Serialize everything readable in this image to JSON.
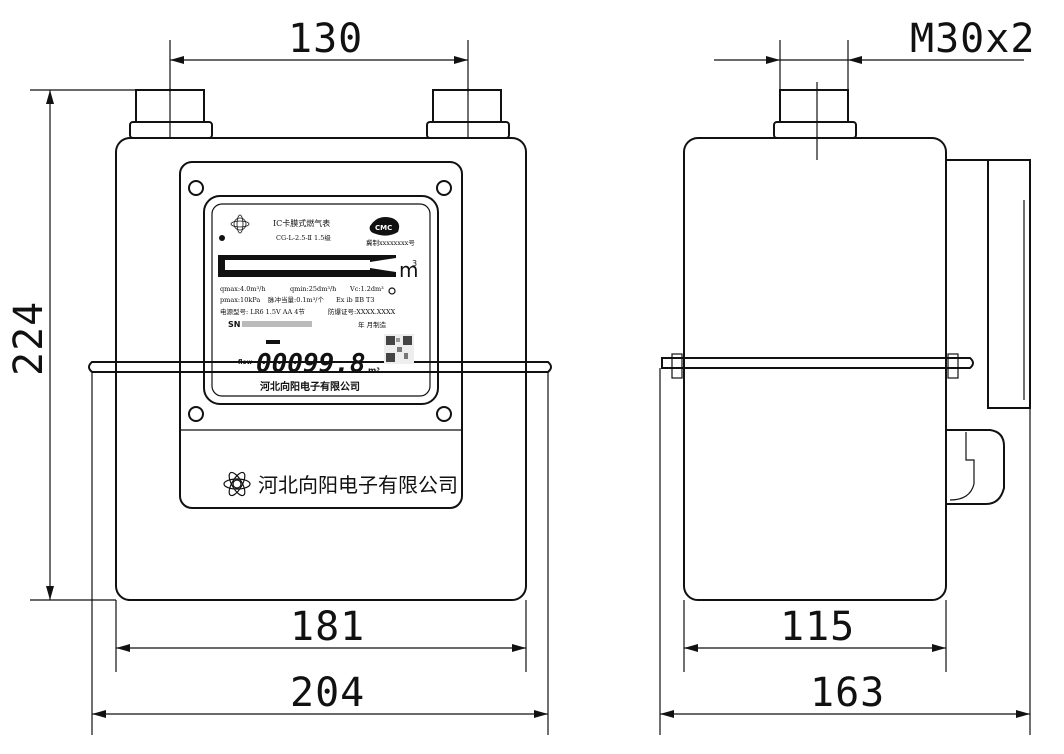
{
  "dimensions": {
    "top_left": "130",
    "top_right": "M30x2",
    "height_left": "224",
    "bottom_front_inner": "181",
    "bottom_front_outer": "204",
    "bottom_side_inner": "115",
    "bottom_side_outer": "163"
  },
  "nameplate": {
    "title": "IC卡膜式燃气表",
    "model_line": "CG-L-2.5-Ⅱ   1.5级",
    "cert": "冀制xxxxxxxx号",
    "unit": "m³",
    "qmax": "qmax:4.0m³/h",
    "pmax_flow": "qmin:25dm³/h",
    "vc": "Vc:1.2dm³",
    "pmax": "pmax:10kPa",
    "pulse": "脉冲当量:0.1m³/个",
    "ex": "Ex ib ⅡB T3",
    "battery": "电源型号: LR6  1.5V  AA  4节",
    "explosion_cert": "防爆证号:XXXX.XXXX",
    "sn_label": "SN",
    "date": "年   月制造",
    "lcd_reading": "00099.8",
    "lcd_unit": "m³",
    "company_small": "河北向阳电子有限公司"
  },
  "front_panel": {
    "company": "河北向阳电子有限公司"
  }
}
